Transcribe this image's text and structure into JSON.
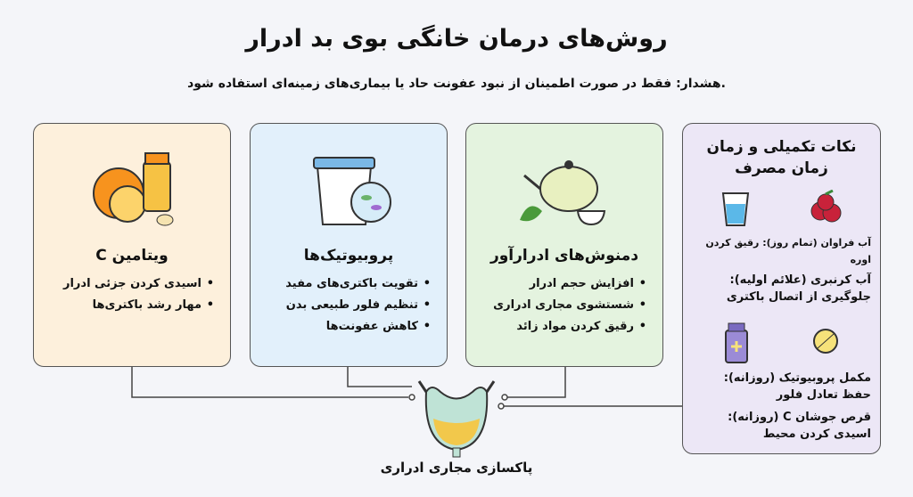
{
  "title": "روش‌های درمان خانگی بوی بد ادرار",
  "warning": "هشدار: فقط در صورت اطمینان از نبود عفونت حاد یا بیماری‌های زمینه‌ای استفاده شود.",
  "cards": [
    {
      "title": "ویتامین C",
      "items": [
        "اسیدی کردن جزئی ادرار",
        "مهار رشد باکتری‌ها"
      ],
      "color": "#fdf0dc"
    },
    {
      "title": "پروبیوتیک‌ها",
      "items": [
        "تقویت باکتری‌های مفید",
        "تنظیم فلور طبیعی بدن",
        "کاهش عفونت‌ها"
      ],
      "color": "#e2f0fb"
    },
    {
      "title": "دمنوش‌های ادرارآور",
      "items": [
        "افزایش حجم ادرار",
        "شستشوی مجاری ادراری",
        "رقیق کردن مواد زائد"
      ],
      "color": "#e4f3df"
    }
  ],
  "side": {
    "title": "نکات تکمیلی و زمان زمان مصرف",
    "notes": [
      "آب فراوان (تمام روز): رقیق کردن اوره",
      "آب کرنبری (علائم اولیه): جلوگیری از اتصال باکتری",
      "مکمل پروبیوتیک (روزانه): حفظ تعادل فلور",
      "قرص جوشان C (روزانه): اسیدی کردن محیط"
    ]
  },
  "footer": "پاکسازی مجاری ادراری"
}
